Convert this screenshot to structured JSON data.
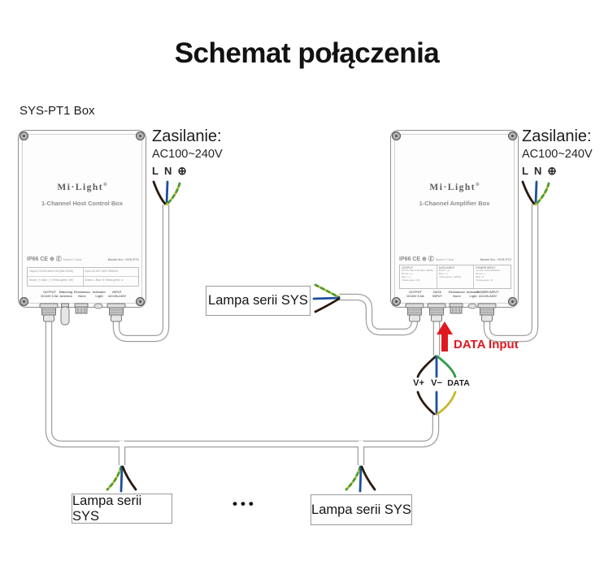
{
  "title": "Schemat połączenia",
  "colors": {
    "cable-edge": "#a0a0a0",
    "wire-dark": "#2b1a0e",
    "wire-blue": "#1d4f9c",
    "wire-earth": "#c5c92e",
    "wire-earth-stripe": "#4c9b3a",
    "wire-green": "#2f9e49",
    "wire-yellow": "#c5b92b",
    "accent-red": "#e0191f",
    "box-border": "#8f8f8f",
    "text-dark": "#1a1a1a"
  },
  "left_device": {
    "caption": "SYS-PT1 Box",
    "brand": "Mi·Light",
    "brand_reg": "®",
    "subtitle": "1-Channel Host Control Box",
    "cert": "IP66 CE ⊕ Ⓔ",
    "made_in": "Made in China",
    "model": "Model No.: SYS-PT1",
    "spec_cells": [
      {
        "line1": "Output: DC24V  Max 6.0A (Max 300W)",
        "line2": "Brown: (+)   Blue: (−)   Yellow-green: (W)"
      },
      {
        "line1": "Input: AC100~240V  50/60Hz",
        "line2": "Brown: L   Blue: N   Yellow-green: ⊕"
      }
    ],
    "port_labels": [
      {
        "line1": "OUTPUT",
        "line2": "DC24V 6.0A"
      },
      {
        "line1": "Matching",
        "line2": "Antenna"
      },
      {
        "line1": "Resistance",
        "line2": "None"
      },
      {
        "line1": "Indicator",
        "line2": "Light"
      },
      {
        "line1": "INPUT",
        "line2": "AC100-240V"
      }
    ]
  },
  "right_device": {
    "brand": "Mi·Light",
    "brand_reg": "®",
    "subtitle": "1-Channel Amplifier Box",
    "cert": "IP66 CE ⊕ Ⓔ",
    "made_in": "Made in China",
    "model": "Model No.: SYS-PT2",
    "spec_cells": [
      {
        "header": "OUTPUT",
        "line1": "DC24V Max 6.0A (Max 300W)",
        "line2": "Brown: (+)",
        "line3": "Blue: (−)",
        "line4": "Yellow-green: (W)"
      },
      {
        "header": "DATA INPUT",
        "line1": "",
        "line2": "Brown: (+)",
        "line3": "Blue: (−)",
        "line4": "Yellow-green: (DATA)"
      },
      {
        "header": "POWER INPUT",
        "line1": "AC100~240V  50/60HZ",
        "line2": "Brown: L",
        "line3": "Blue: N",
        "line4": "Yellow-green: ⊕"
      }
    ],
    "port_labels": [
      {
        "line1": "OUTPUT",
        "line2": "DC24V 6.0A"
      },
      {
        "line1": "DATA",
        "line2": "INPUT"
      },
      {
        "line1": "Resistance",
        "line2": "None"
      },
      {
        "line1": "Indicator",
        "line2": "Light"
      },
      {
        "line1": "POWER INPUT",
        "line2": "AC100-240V"
      }
    ]
  },
  "power_left": {
    "title": "Zasilanie:",
    "voltage": "AC100~240V",
    "l": "L",
    "n": "N",
    "pe": "⊕"
  },
  "power_right": {
    "title": "Zasilanie:",
    "voltage": "AC100~240V",
    "l": "L",
    "n": "N",
    "pe": "⊕"
  },
  "lamps": {
    "middle": "Lampa serii SYS",
    "bottom_left": "Lampa serii SYS",
    "bottom_right": "Lampa serii SYS"
  },
  "wire_labels": {
    "vplus": "V+",
    "vminus": "V−",
    "data": "DATA"
  },
  "data_input_label": "DATA Input",
  "ellipsis": "•••"
}
